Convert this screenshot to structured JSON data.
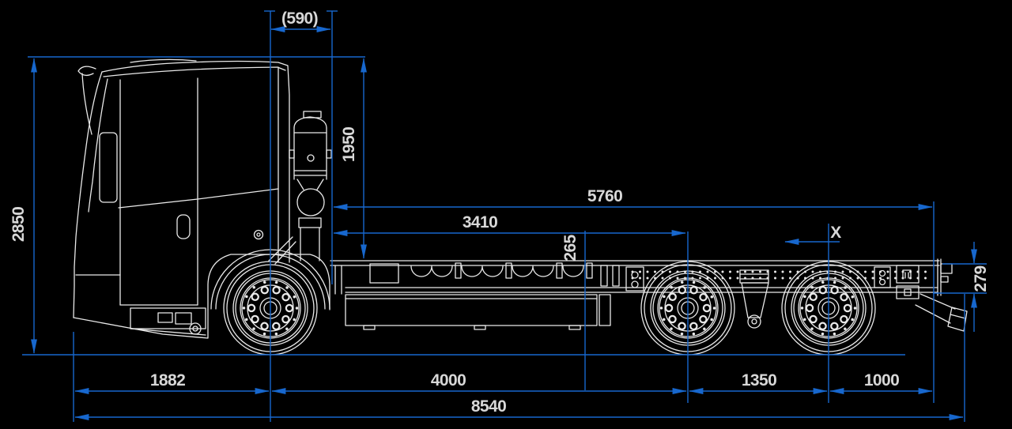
{
  "drawing": {
    "subject": "truck-chassis-side-view",
    "colors": {
      "background": "#000000",
      "dimension_lines": "#1767cd",
      "body_lines": "#e9e9e9",
      "label_text": "#d8d8d8"
    }
  },
  "dimensions": {
    "top_offset": {
      "label": "(590)"
    },
    "cab_above_frame": {
      "label": "1950"
    },
    "overall_height": {
      "label": "2850"
    },
    "max_body_length": {
      "label": "5760"
    },
    "cab_to_axle": {
      "label": "3410"
    },
    "frame_height_mid": {
      "label": "265"
    },
    "variable_x": {
      "label": "X"
    },
    "frame_height_rear": {
      "label": "279"
    },
    "front_overhang": {
      "label": "1882"
    },
    "wheelbase": {
      "label": "4000"
    },
    "bogie_spread": {
      "label": "1350"
    },
    "rear_overhang": {
      "label": "1000"
    },
    "overall_length": {
      "label": "8540"
    }
  }
}
